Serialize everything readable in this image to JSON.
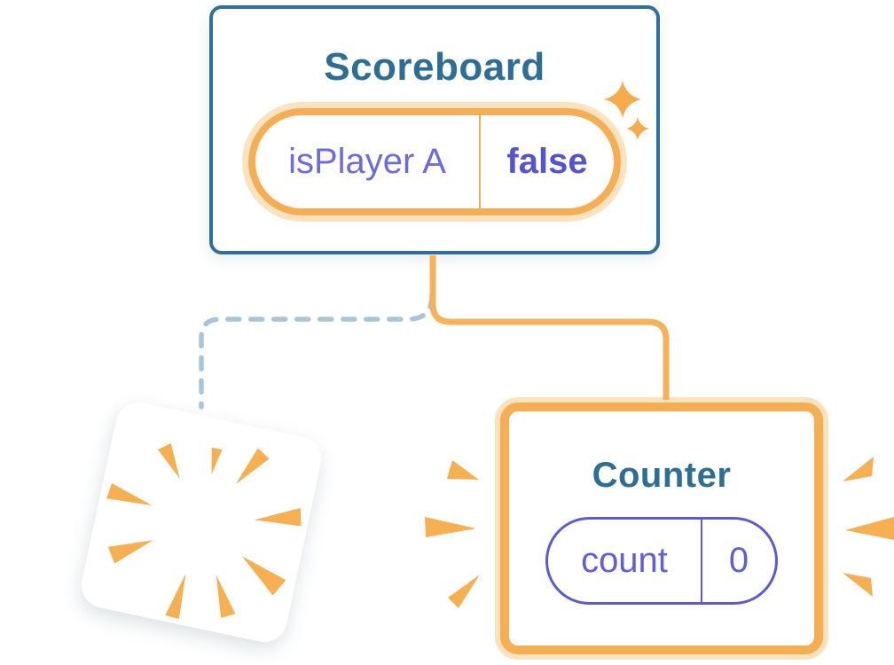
{
  "scoreboard": {
    "title": "Scoreboard",
    "state_pill": {
      "key": "isPlayer A",
      "value": "false"
    }
  },
  "counter": {
    "title": "Counter",
    "state_pill": {
      "key": "count",
      "value": "0"
    }
  },
  "icons": {
    "sparkles": "sparkles-icon",
    "poof_burst": "poof-burst-icon",
    "emphasis_left": "emphasis-rays-left-icon",
    "emphasis_right": "emphasis-rays-right-icon"
  },
  "colors": {
    "background": "#FFFFFF",
    "card_border_blue": "#2F6F9E",
    "title_teal": "#2D6E96",
    "orange": "#F6AE55",
    "orange_glow": "#FBE2BD",
    "sparkle_orange": "#F6AC4B",
    "state_purple": "#5B5BD6",
    "state_key_purple": "#6C6CE0",
    "dashed_line_blue": "#A9C5D9"
  }
}
